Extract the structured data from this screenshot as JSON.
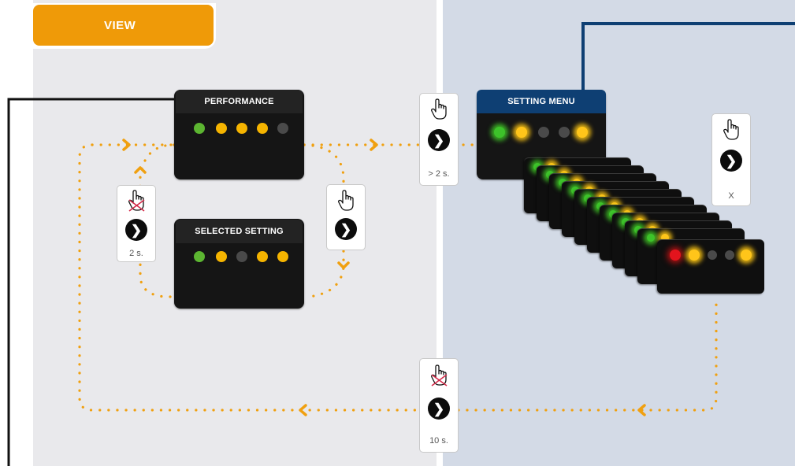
{
  "tab": {
    "label": "VIEW"
  },
  "boxes": {
    "performance": {
      "title": "PERFORMANCE",
      "leds": [
        "green",
        "yellow",
        "yellow",
        "yellow",
        "off"
      ]
    },
    "selected": {
      "title": "SELECTED SETTING",
      "leds": [
        "green",
        "yellow",
        "off",
        "yellow",
        "yellow"
      ]
    },
    "setting_menu": {
      "title": "SETTING MENU"
    }
  },
  "hints": {
    "press_long": {
      "label": "> 2 s."
    },
    "press_release": {
      "label": "2 s."
    },
    "press_x": {
      "label": "X"
    },
    "idle": {
      "label": "10 s."
    }
  },
  "colors": {
    "accent": "#ef9a08",
    "navy": "#0e3f73",
    "led_green": "#5cb531",
    "led_yellow": "#f5b400",
    "led_red": "#e3141d"
  },
  "icons": [
    "hand-press-icon",
    "hand-crossed-icon",
    "chevron-right-button-icon"
  ]
}
